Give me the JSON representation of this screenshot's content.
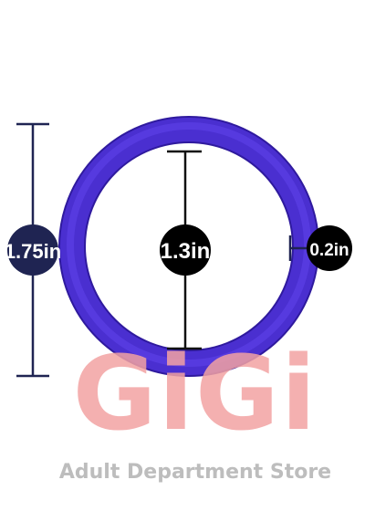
{
  "product": {
    "ring_color": "#4a2fd0",
    "ring_highlight": "#5b3ee6",
    "ring_shadow": "#2f1a9e"
  },
  "dimensions": {
    "outer_diameter": "1.75in",
    "inner_diameter": "1.3in",
    "thickness": "0.2in",
    "outer_badge_color": "#1f2452",
    "inner_badge_color": "#000000",
    "line_color": "#1f2452"
  },
  "watermark": {
    "logo": "GiGi",
    "tagline": "Adult Department Store",
    "logo_color": "#f2a2a2",
    "tagline_color": "#bdbdbd"
  }
}
